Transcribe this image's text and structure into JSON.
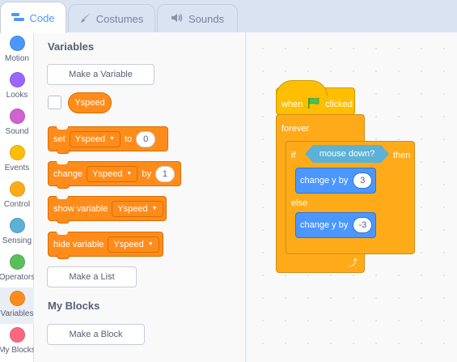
{
  "tabs": [
    {
      "label": "Code",
      "icon": "code-icon"
    },
    {
      "label": "Costumes",
      "icon": "brush-icon"
    },
    {
      "label": "Sounds",
      "icon": "speaker-icon"
    }
  ],
  "categories": [
    {
      "label": "Motion",
      "color": "#4c97ff"
    },
    {
      "label": "Looks",
      "color": "#9966ff"
    },
    {
      "label": "Sound",
      "color": "#cf63cf"
    },
    {
      "label": "Events",
      "color": "#ffbf00"
    },
    {
      "label": "Control",
      "color": "#ffab19"
    },
    {
      "label": "Sensing",
      "color": "#5cb1d6"
    },
    {
      "label": "Operators",
      "color": "#59c059"
    },
    {
      "label": "Variables",
      "color": "#ff8c1a"
    },
    {
      "label": "My Blocks",
      "color": "#ff6680"
    }
  ],
  "palette": {
    "variables_title": "Variables",
    "make_variable": "Make a Variable",
    "variable_name": "Yspeed",
    "set_block": {
      "label": "set",
      "variable": "Yspeed",
      "to": "to",
      "value": "0"
    },
    "change_block": {
      "label": "change",
      "variable": "Yspeed",
      "by": "by",
      "value": "1"
    },
    "show_block": {
      "label": "show variable",
      "variable": "Yspeed"
    },
    "hide_block": {
      "label": "hide variable",
      "variable": "Yspeed"
    },
    "make_list": "Make a List",
    "myblocks_title": "My Blocks",
    "make_block": "Make a Block"
  },
  "script": {
    "when_label": "when",
    "clicked_label": "clicked",
    "forever_label": "forever",
    "if_label": "if",
    "condition": "mouse down?",
    "then_label": "then",
    "else_label": "else",
    "change_y_1": {
      "label": "change y by",
      "value": "3"
    },
    "change_y_2": {
      "label": "change y by",
      "value": "-3"
    }
  }
}
